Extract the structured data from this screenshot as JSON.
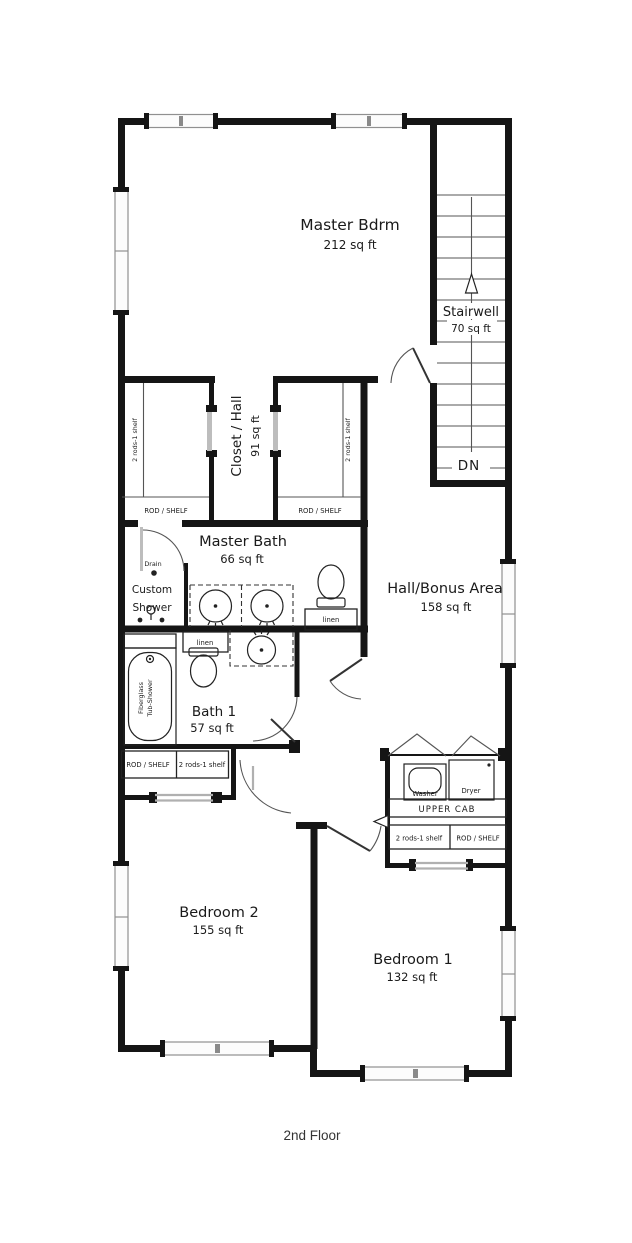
{
  "title": "2nd Floor",
  "rooms": {
    "master_bdrm": {
      "name": "Master Bdrm",
      "area": "212 sq ft"
    },
    "stairwell": {
      "name": "Stairwell",
      "area": "70 sq ft"
    },
    "closet_hall": {
      "name": "Closet / Hall",
      "area": "91 sq ft"
    },
    "master_bath": {
      "name": "Master Bath",
      "area": "66 sq ft"
    },
    "hall_bonus": {
      "name": "Hall/Bonus Area",
      "area": "158 sq ft"
    },
    "bath_1": {
      "name": "Bath 1",
      "area": "57 sq ft"
    },
    "bedroom_2": {
      "name": "Bedroom 2",
      "area": "155 sq ft"
    },
    "bedroom_1": {
      "name": "Bedroom 1",
      "area": "132 sq ft"
    }
  },
  "stairs": {
    "down_label": "DN"
  },
  "closets": {
    "master_left": {
      "rod": "2 rods-1 shelf",
      "shelf": "ROD / SHELF"
    },
    "master_right": {
      "rod": "2 rods-1 shelf",
      "shelf": "ROD / SHELF"
    },
    "bedroom_2": {
      "shelf": "ROD / SHELF",
      "rod": "2 rods-1 shelf"
    },
    "bedroom_1": {
      "rod": "2 rods-1 shelf",
      "shelf": "ROD / SHELF"
    }
  },
  "laundry": {
    "washer": "Washer",
    "dryer": "Dryer",
    "upper_cab": "UPPER CAB"
  },
  "bath": {
    "drain": "Drain",
    "custom_1": "Custom",
    "custom_2": "Shower",
    "linen_master": "linen",
    "linen_bath1": "linen",
    "tub_1": "Fiberglass",
    "tub_2": "Tub-Shower"
  },
  "colors": {
    "wall": "#151515",
    "window_frame": "#909090",
    "background": "#ffffff"
  }
}
